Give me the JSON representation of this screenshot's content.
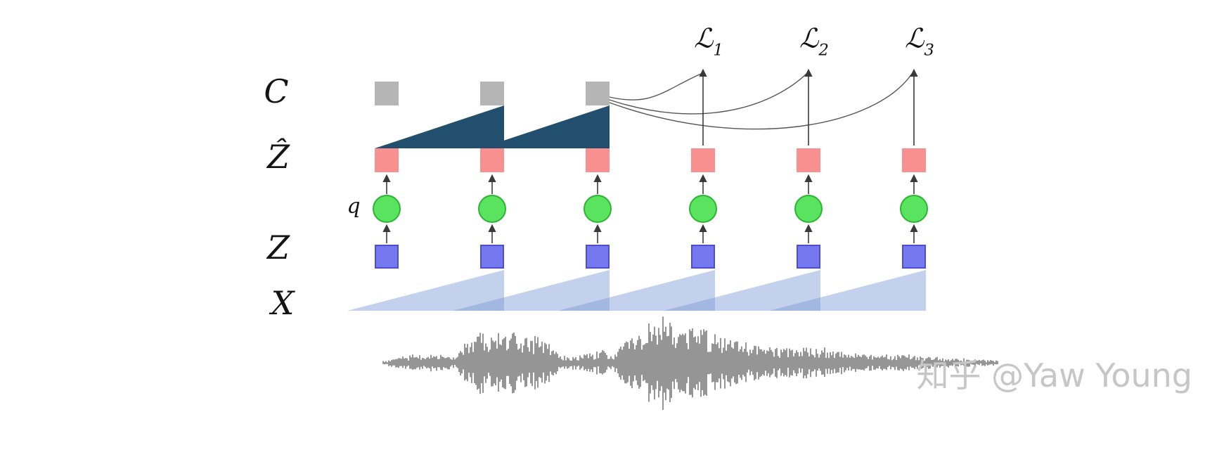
{
  "row_labels": {
    "context": "C",
    "quantized": "Ẑ",
    "latent": "Z",
    "input": "X"
  },
  "quantizer_label": "q",
  "losses": [
    {
      "base": "ℒ",
      "sub": "1"
    },
    {
      "base": "ℒ",
      "sub": "2"
    },
    {
      "base": "ℒ",
      "sub": "3"
    }
  ],
  "watermark": "知乎 @Yaw Young",
  "columns": {
    "count": 6,
    "context_columns": [
      1,
      2,
      3
    ],
    "loss_columns": [
      4,
      5,
      6
    ]
  },
  "colors": {
    "context_square": "#b5b5b5",
    "quantized_square": "#f89090",
    "latent_square": "#7678ef",
    "latent_square_border": "#4c4fd2",
    "quantizer_circle": "#5ae35e",
    "quantizer_circle_border": "#2eb335",
    "context_triangle": "#214f6d",
    "input_triangle": "#7d99d4",
    "arrow": "#3a3a3a",
    "curve": "#555555",
    "waveform": "#686868",
    "watermark": "#c6c6c6",
    "text": "#141414"
  },
  "waveform": {
    "envelope": [
      [
        0,
        2
      ],
      [
        0.01,
        4
      ],
      [
        0.03,
        9
      ],
      [
        0.06,
        12
      ],
      [
        0.09,
        11
      ],
      [
        0.115,
        7
      ],
      [
        0.125,
        16
      ],
      [
        0.14,
        34
      ],
      [
        0.16,
        44
      ],
      [
        0.19,
        40
      ],
      [
        0.22,
        43
      ],
      [
        0.25,
        36
      ],
      [
        0.27,
        30
      ],
      [
        0.285,
        12
      ],
      [
        0.31,
        9
      ],
      [
        0.34,
        13
      ],
      [
        0.355,
        18
      ],
      [
        0.37,
        12
      ],
      [
        0.385,
        22
      ],
      [
        0.4,
        34
      ],
      [
        0.42,
        46
      ],
      [
        0.44,
        58
      ],
      [
        0.46,
        66
      ],
      [
        0.48,
        60
      ],
      [
        0.5,
        52
      ],
      [
        0.53,
        44
      ],
      [
        0.56,
        36
      ],
      [
        0.59,
        28
      ],
      [
        0.62,
        22
      ],
      [
        0.66,
        20
      ],
      [
        0.7,
        23
      ],
      [
        0.73,
        18
      ],
      [
        0.76,
        14
      ],
      [
        0.79,
        11
      ],
      [
        0.83,
        13
      ],
      [
        0.87,
        10
      ],
      [
        0.91,
        7
      ],
      [
        0.95,
        5
      ],
      [
        1,
        3
      ]
    ]
  }
}
